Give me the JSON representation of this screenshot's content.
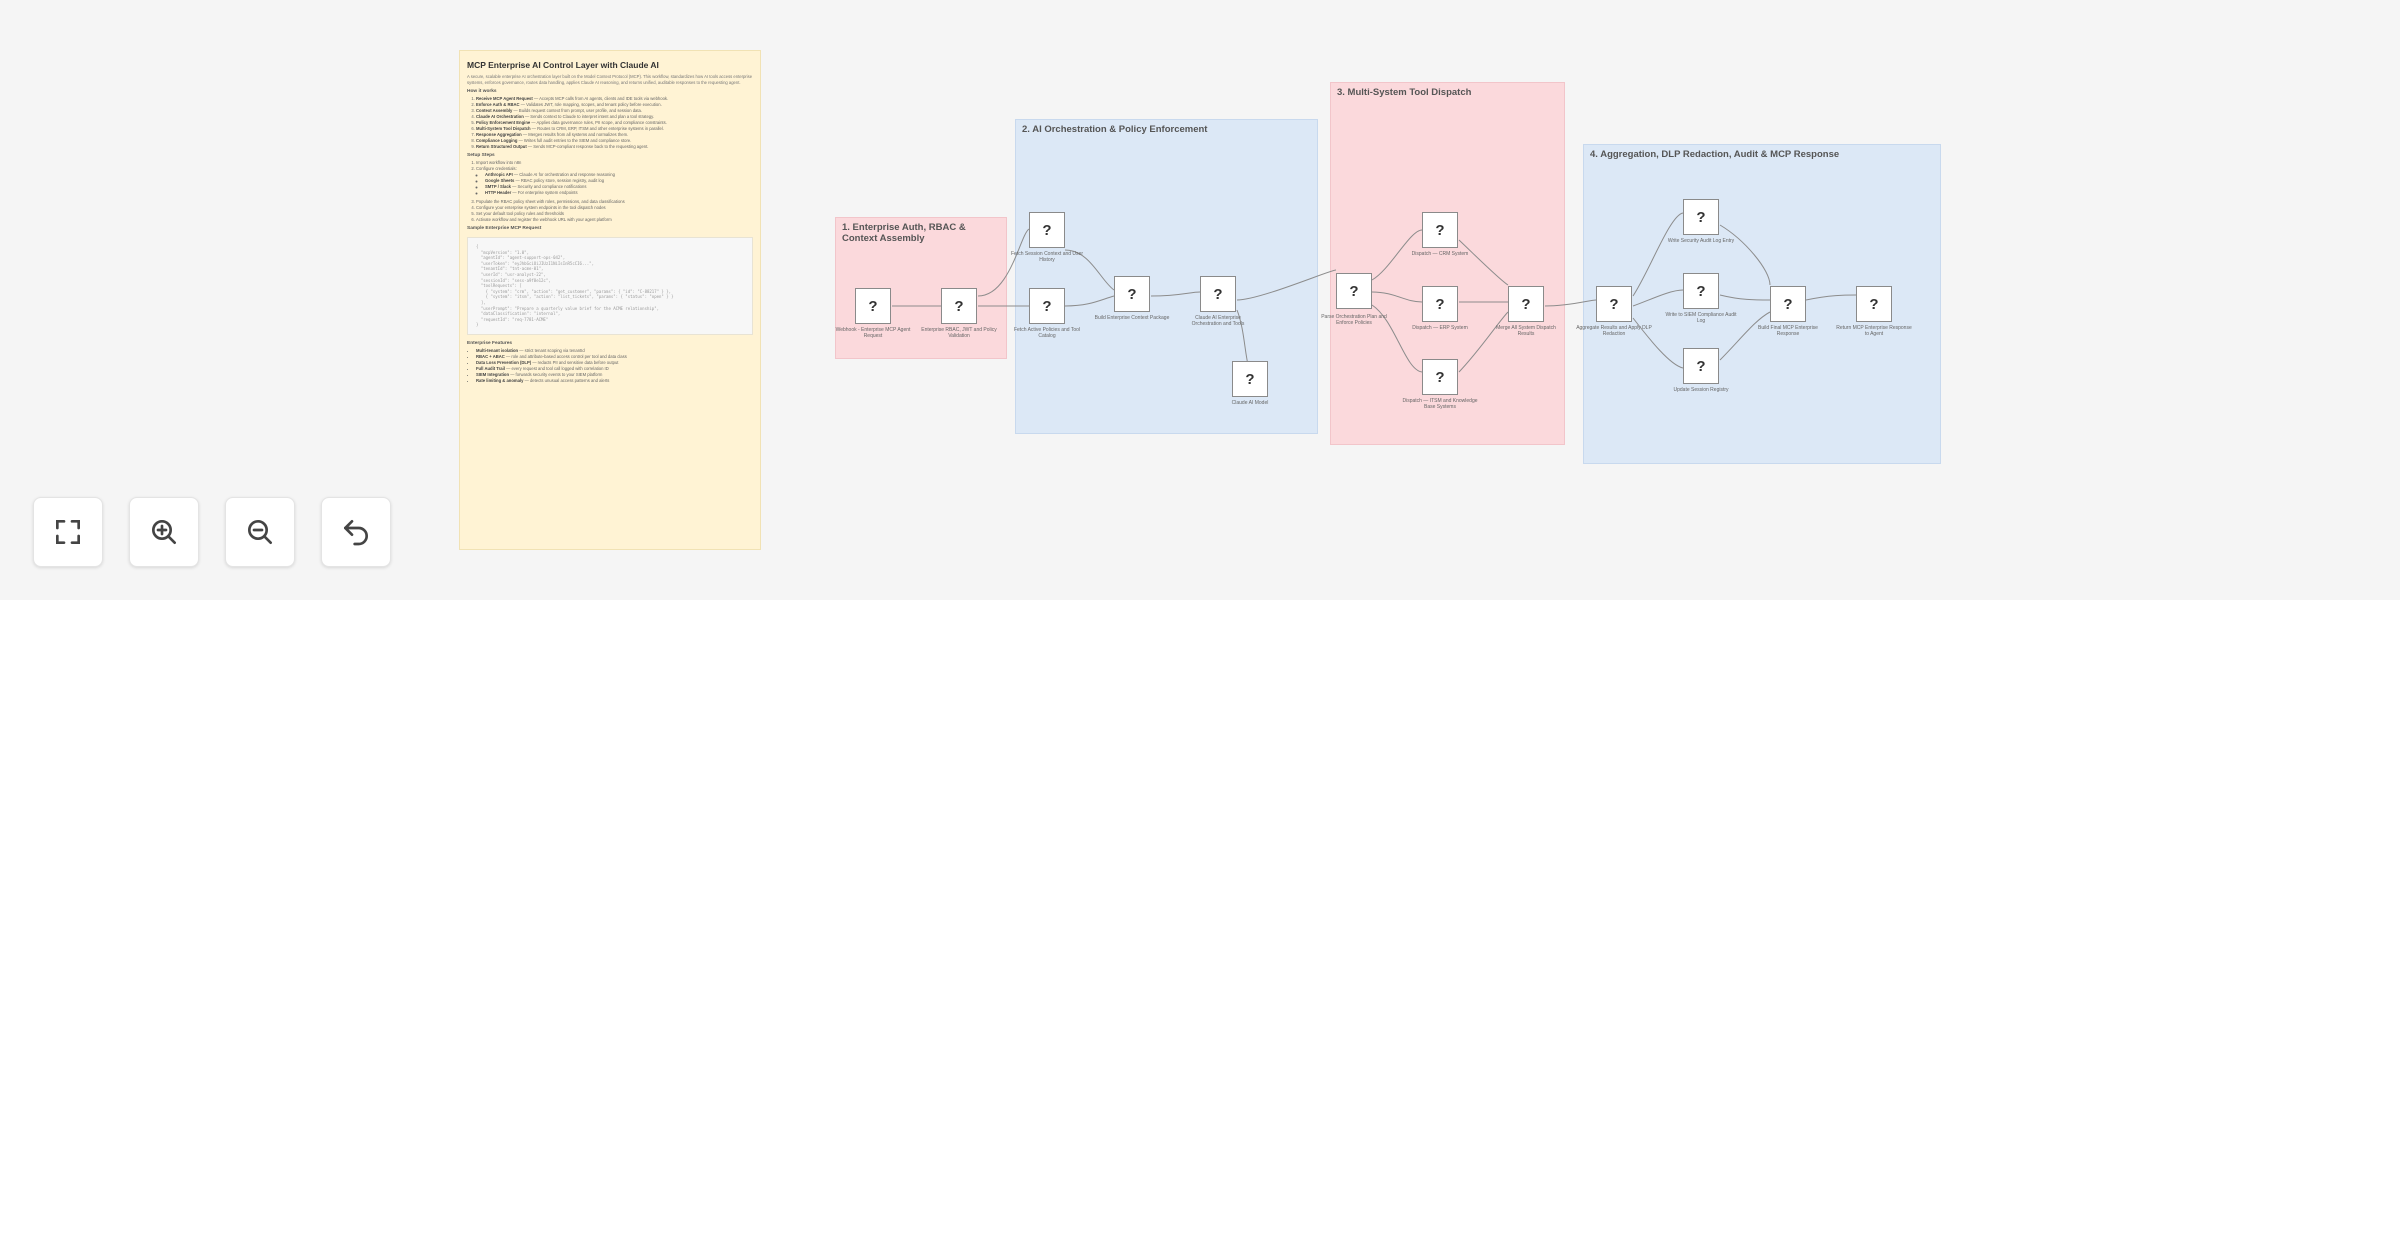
{
  "note": {
    "title": "MCP Enterprise AI Control Layer with Claude AI",
    "intro": "A secure, scalable enterprise AI orchestration layer built on the Model Context Protocol (MCP). This workflow, standardizes how AI tools access enterprise systems, enforces governance, routes data handling, applies Claude AI reasoning, and returns unified, auditable responses to the requesting agent.",
    "how_label": "How it works",
    "how_items": [
      {
        "b": "Receive MCP Agent Request",
        "t": " — Accepts MCP calls from AI agents, clients and IDE tools via webhook."
      },
      {
        "b": "Enforce Auth & RBAC",
        "t": " — Validates JWT, role mapping, scopes, and tenant policy before execution."
      },
      {
        "b": "Context Assembly",
        "t": " — Builds request context from prompt, user profile, and session data."
      },
      {
        "b": "Claude AI Orchestration",
        "t": " — Sends context to Claude to interpret intent and plan a tool strategy."
      },
      {
        "b": "Policy Enforcement Engine",
        "t": " — Applies data governance rules, PII scope, and compliance constraints."
      },
      {
        "b": "Multi-System Tool Dispatch",
        "t": " — Routes to CRM, ERP, ITSM and other enterprise systems in parallel."
      },
      {
        "b": "Response Aggregation",
        "t": " — Merges results from all systems and normalizes them."
      },
      {
        "b": "Compliance Logging",
        "t": " — Writes full audit entries to the SIEM and compliance store."
      },
      {
        "b": "Return Structured Output",
        "t": " — Sends MCP-compliant response back to the requesting agent."
      }
    ],
    "setup_label": "Setup Steps",
    "setup_pre": [
      "Import workflow into n8n",
      "Configure credentials:"
    ],
    "creds": [
      {
        "b": "Anthropic API",
        "t": " — Claude AI for orchestration and response reasoning"
      },
      {
        "b": "Google Sheets",
        "t": " — RBAC policy store, session registry, audit log"
      },
      {
        "b": "SMTP / Slack",
        "t": " — Security and compliance notifications"
      },
      {
        "b": "HTTP Header",
        "t": " — For enterprise system endpoints"
      }
    ],
    "setup_post": [
      "Populate the RBAC policy sheet with roles, permissions, and data classifications",
      "Configure your enterprise system endpoints in the tool dispatch nodes",
      "Set your default tool policy rules and thresholds",
      "Activate workflow and register the webhook URL with your agent platform"
    ],
    "sample_label": "Sample Enterprise MCP Request",
    "sample_code": "{\n  \"mcpVersion\": \"1.0\",\n  \"agentId\": \"agent-support-ops-042\",\n  \"userToken\": \"eyJhbGciOiJIUzI1NiIsInR5cCI6...\",\n  \"tenantId\": \"tnt-acme-01\",\n  \"userId\": \"usr-analyst-22\",\n  \"sessionId\": \"sess-a9f8e12c\",\n  \"toolRequests\": [\n    { \"system\": \"crm\", \"action\": \"get_customer\", \"params\": { \"id\": \"C-88217\" } },\n    { \"system\": \"itsm\", \"action\": \"list_tickets\", \"params\": { \"status\": \"open\" } }\n  ],\n  \"userPrompt\": \"Prepare a quarterly value brief for the ACME relationship\",\n  \"dataClassification\": \"internal\",\n  \"requestId\": \"req-7781-ACME\"\n}",
    "ent_label": "Enterprise Features",
    "ent_items": [
      {
        "b": "Multi-tenant isolation",
        "t": " — strict tenant scoping via tenantId"
      },
      {
        "b": "RBAC + ABAC",
        "t": " — role and attribute-based access control per tool and data class"
      },
      {
        "b": "Data Loss Prevention (DLP)",
        "t": " — redacts PII and sensitive data before output"
      },
      {
        "b": "Full Audit Trail",
        "t": " — every request and tool call logged with correlation ID"
      },
      {
        "b": "SIEM Integration",
        "t": " — forwards security events to your SIEM platform"
      },
      {
        "b": "Rate limiting & anomaly",
        "t": " — detects unusual access patterns and alerts"
      }
    ]
  },
  "groups": [
    {
      "title": "1. Enterprise Auth, RBAC & Context Assembly"
    },
    {
      "title": "2. AI Orchestration & Policy Enforcement"
    },
    {
      "title": "3. Multi-System Tool Dispatch"
    },
    {
      "title": "4. Aggregation, DLP Redaction, Audit & MCP Response"
    }
  ],
  "node_glyph": "?",
  "nodes": [
    {
      "label": "Webhook - Enterprise MCP Agent Request"
    },
    {
      "label": "Enterprise RBAC, JWT and Policy Validation"
    },
    {
      "label": "Fetch Session Context and User History"
    },
    {
      "label": "Fetch Active Policies and Tool Catalog"
    },
    {
      "label": "Build Enterprise Context Package"
    },
    {
      "label": "Claude AI Enterprise Orchestration and Tools"
    },
    {
      "label": "Claude AI Model"
    },
    {
      "label": "Parse Orchestration Plan and Enforce Policies"
    },
    {
      "label": "Dispatch — CRM System"
    },
    {
      "label": "Dispatch — ERP System"
    },
    {
      "label": "Dispatch — ITSM and Knowledge Base Systems"
    },
    {
      "label": "Merge All System Dispatch Results"
    },
    {
      "label": "Aggregate Results and Apply DLP Redaction"
    },
    {
      "label": "Write Security Audit Log Entry"
    },
    {
      "label": "Write to SIEM Compliance Audit Log"
    },
    {
      "label": "Update Session Registry"
    },
    {
      "label": "Build Final MCP Enterprise Response"
    },
    {
      "label": "Return MCP Enterprise Response to Agent"
    }
  ],
  "controls": {
    "fit": "fit-view-icon",
    "zoom_in": "zoom-in-icon",
    "zoom_out": "zoom-out-icon",
    "reset": "reset-zoom-icon"
  }
}
